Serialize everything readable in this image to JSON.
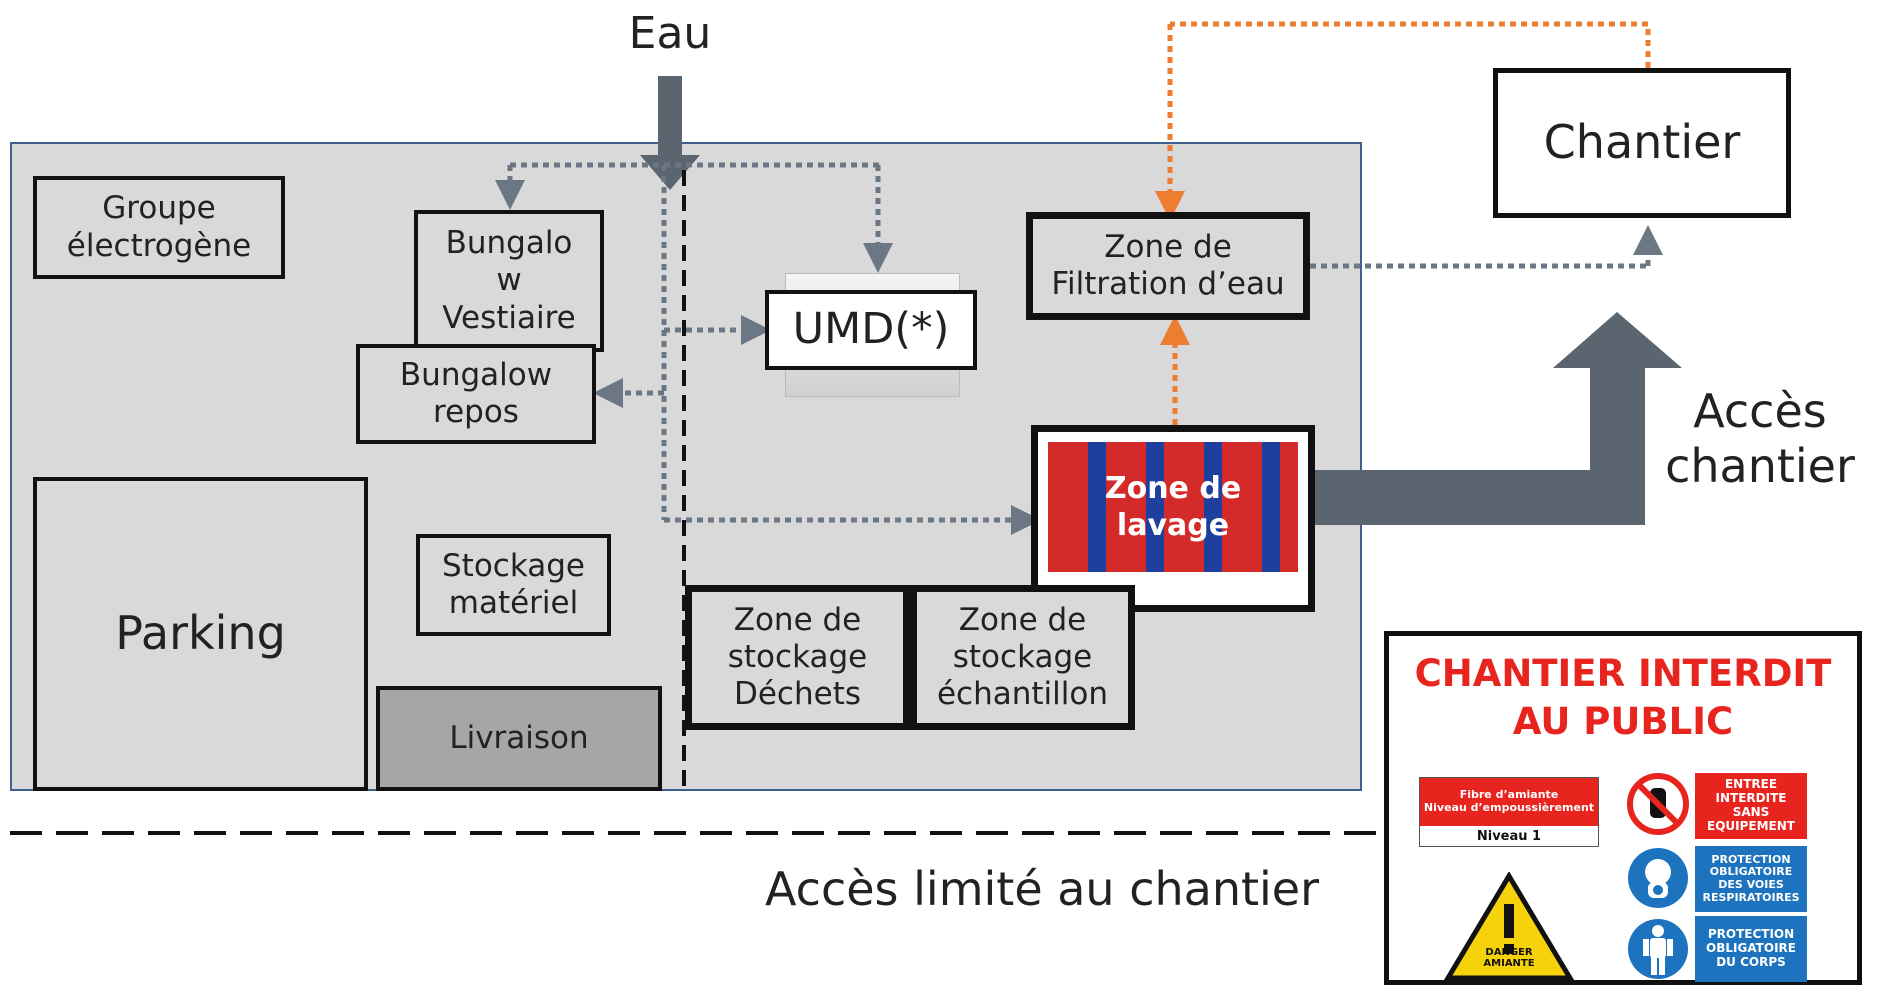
{
  "water_label": "Eau",
  "zones": {
    "groupe": "Groupe\nélectrogène",
    "bungalow_vestiaire": "Bungalo\nw\nVestiaire",
    "bungalow_repos": "Bungalow\nrepos",
    "umd": "UMD(*)",
    "filtration": "Zone de\nFiltration d’eau",
    "lavage": "Zone de\nlavage",
    "parking": "Parking",
    "stockage_materiel": "Stockage\nmatériel",
    "livraison": "Livraison",
    "stockage_dechets": "Zone de\nstockage\nDéchets",
    "stockage_echantillon": "Zone de\nstockage\néchantillon",
    "chantier": "Chantier"
  },
  "acces_chantier": "Accès\nchantier",
  "acces_limite": "Accès limité au chantier",
  "sign": {
    "title": "CHANTIER INTERDIT\nAU PUBLIC",
    "fibre_line1": "Fibre d’amiante",
    "fibre_line2": "Niveau d’empoussièrement",
    "niveau": "Niveau 1",
    "danger": "DANGER\nAMIANTE",
    "entree": "ENTREE\nINTERDITE\nSANS\nEQUIPEMENT",
    "protection_voies": "PROTECTION\nOBLIGATOIRE\nDES VOIES\nRESPIRATOIRES",
    "protection_corps": "PROTECTION\nOBLIGATOIRE\nDU CORPS"
  },
  "colors": {
    "zone_fill": "#d9d9d9",
    "site_border": "#3f5f8f",
    "arrow_gray": "#5a6570",
    "dotted_gray": "#6b7785",
    "dotted_orange": "#ed7d31",
    "sign_red": "#e8241f",
    "sign_blue": "#1e73be"
  }
}
